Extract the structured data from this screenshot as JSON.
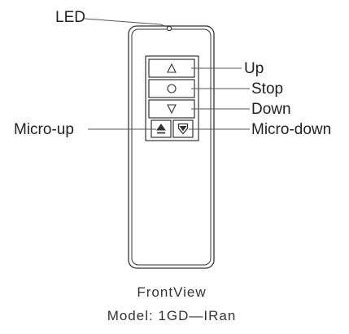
{
  "labels": {
    "led": "LED",
    "up": "Up",
    "stop": "Stop",
    "down": "Down",
    "micro_up": "Micro-up",
    "micro_down": "Micro-down"
  },
  "caption": {
    "view": "FrontView",
    "model": "Model: 1GD—IRan"
  },
  "icons": {
    "up": "up-triangle-icon",
    "stop": "circle-icon",
    "down": "down-triangle-icon",
    "micro_up": "eject-up-icon",
    "micro_down": "shield-down-icon"
  }
}
